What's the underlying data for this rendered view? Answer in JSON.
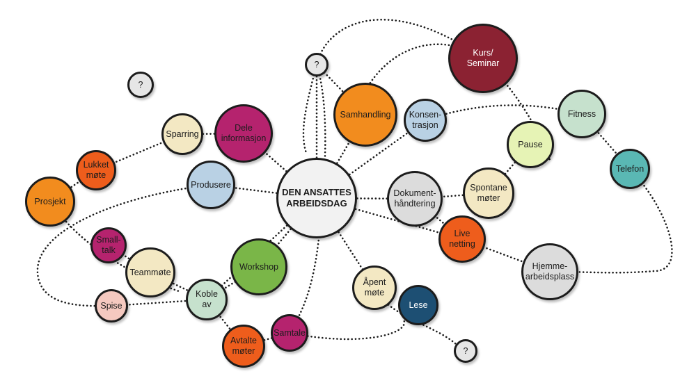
{
  "diagram": {
    "center": {
      "label": "DEN ANSATTES\nARBEIDSDAG",
      "color": "#f2f2f2"
    },
    "nodes": [
      {
        "id": "q1",
        "label": "?",
        "color": "#e6e6e6"
      },
      {
        "id": "q2",
        "label": "?",
        "color": "#e6e6e6"
      },
      {
        "id": "q3",
        "label": "?",
        "color": "#e6e6e6"
      },
      {
        "id": "kurs",
        "label": "Kurs/\nSeminar",
        "color": "#8b2232"
      },
      {
        "id": "samhandling",
        "label": "Samhandling",
        "color": "#f28c1e"
      },
      {
        "id": "konsentrasjon",
        "label": "Konsen-\ntrasjon",
        "color": "#b9d1e4"
      },
      {
        "id": "fitness",
        "label": "Fitness",
        "color": "#c6e1cd"
      },
      {
        "id": "pause",
        "label": "Pause",
        "color": "#e6f3b5"
      },
      {
        "id": "telefon",
        "label": "Telefon",
        "color": "#5ab8b4"
      },
      {
        "id": "dele",
        "label": "Dele\ninformasjon",
        "color": "#b5236e"
      },
      {
        "id": "sparring",
        "label": "Sparring",
        "color": "#f3e8c3"
      },
      {
        "id": "lukket",
        "label": "Lukket\nmøte",
        "color": "#ee5d1c"
      },
      {
        "id": "prosjekt",
        "label": "Prosjekt",
        "color": "#f28c1e"
      },
      {
        "id": "produsere",
        "label": "Produsere",
        "color": "#b9d1e4"
      },
      {
        "id": "dokument",
        "label": "Dokument-\nhåndtering",
        "color": "#dcdcdc"
      },
      {
        "id": "spontane",
        "label": "Spontane\nmøter",
        "color": "#f3e8c3"
      },
      {
        "id": "live",
        "label": "Live netting",
        "color": "#ee5d1c"
      },
      {
        "id": "hjemme",
        "label": "Hjemme-\narbeidsplass",
        "color": "#dcdcdc"
      },
      {
        "id": "smalltalk",
        "label": "Small-\ntalk",
        "color": "#b5236e"
      },
      {
        "id": "teammote",
        "label": "Teammøte",
        "color": "#f3e8c3"
      },
      {
        "id": "workshop",
        "label": "Workshop",
        "color": "#7ab648"
      },
      {
        "id": "spise",
        "label": "Spise",
        "color": "#f5c9c0"
      },
      {
        "id": "koble",
        "label": "Koble av",
        "color": "#c6e1cd"
      },
      {
        "id": "apent",
        "label": "Åpent\nmøte",
        "color": "#f3e8c3"
      },
      {
        "id": "lese",
        "label": "Lese",
        "color": "#1d4f73"
      },
      {
        "id": "avtalte",
        "label": "Avtalte\nmøter",
        "color": "#ee5d1c"
      },
      {
        "id": "samtale",
        "label": "Samtale",
        "color": "#b5236e"
      }
    ]
  }
}
